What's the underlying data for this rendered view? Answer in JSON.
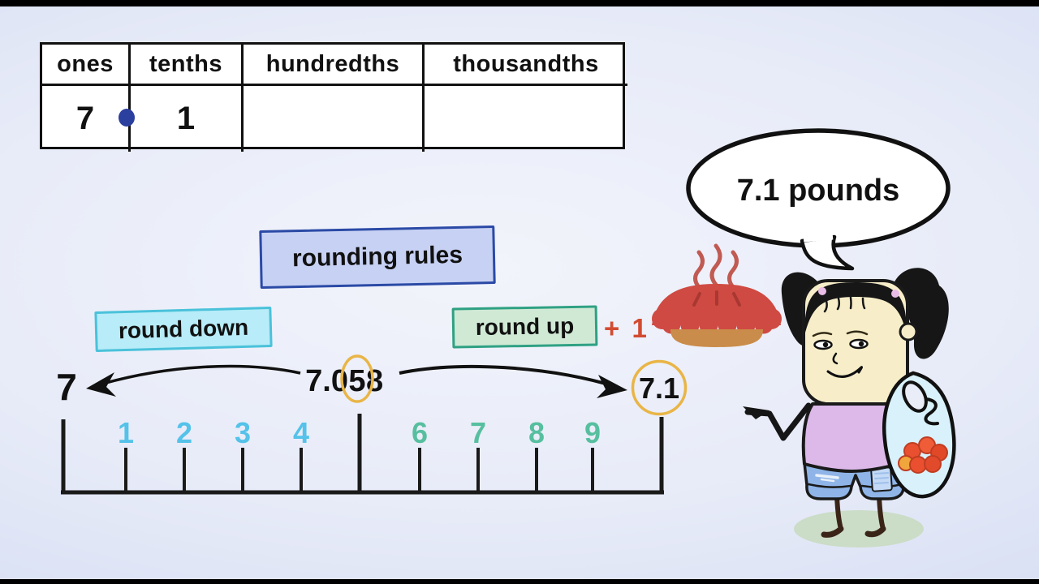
{
  "place_value_table": {
    "headers": [
      "ones",
      "tenths",
      "hundredths",
      "thousandths"
    ],
    "row": {
      "ones": "7",
      "tenths": "1",
      "hundredths": "",
      "thousandths": ""
    }
  },
  "speech_bubble": {
    "text": "7.1 pounds"
  },
  "labels": {
    "rounding_rules": "rounding rules",
    "round_down": "round down",
    "round_up": "round up",
    "plus_one": "+ 1"
  },
  "rounding": {
    "round_down_target": "7",
    "number_prefix": "7.0",
    "rounding_digit": "5",
    "number_suffix": "8",
    "round_up_target": "7.1"
  },
  "number_line": {
    "labels": [
      "1",
      "2",
      "3",
      "4",
      "6",
      "7",
      "8",
      "9"
    ]
  },
  "icons": {
    "decimal_point": "decimal-point-dot",
    "pie": "pie-icon",
    "steam": "steam-icon",
    "girl": "girl-character",
    "apples": "apples-icon",
    "speech_bubble": "speech-bubble"
  },
  "colors": {
    "background_edge": "#cbd6ef",
    "background_center": "#f2f4fb",
    "rounding_rules_fill": "#c7d1f3",
    "rounding_rules_border": "#2b4aa6",
    "round_down_fill": "#b7ecf8",
    "round_down_border": "#4ac2da",
    "round_up_fill": "#d0e9d5",
    "round_up_border": "#2fa183",
    "plus_one_red": "#d24b31",
    "highlight_gold": "#e9b546",
    "numbers_left_blue": "#54c2e9",
    "numbers_right_green": "#57bf9f",
    "decimal_dot_blue": "#2b3f9e",
    "pie_red": "#cf4a42",
    "pie_crust": "#ca8c4a"
  }
}
